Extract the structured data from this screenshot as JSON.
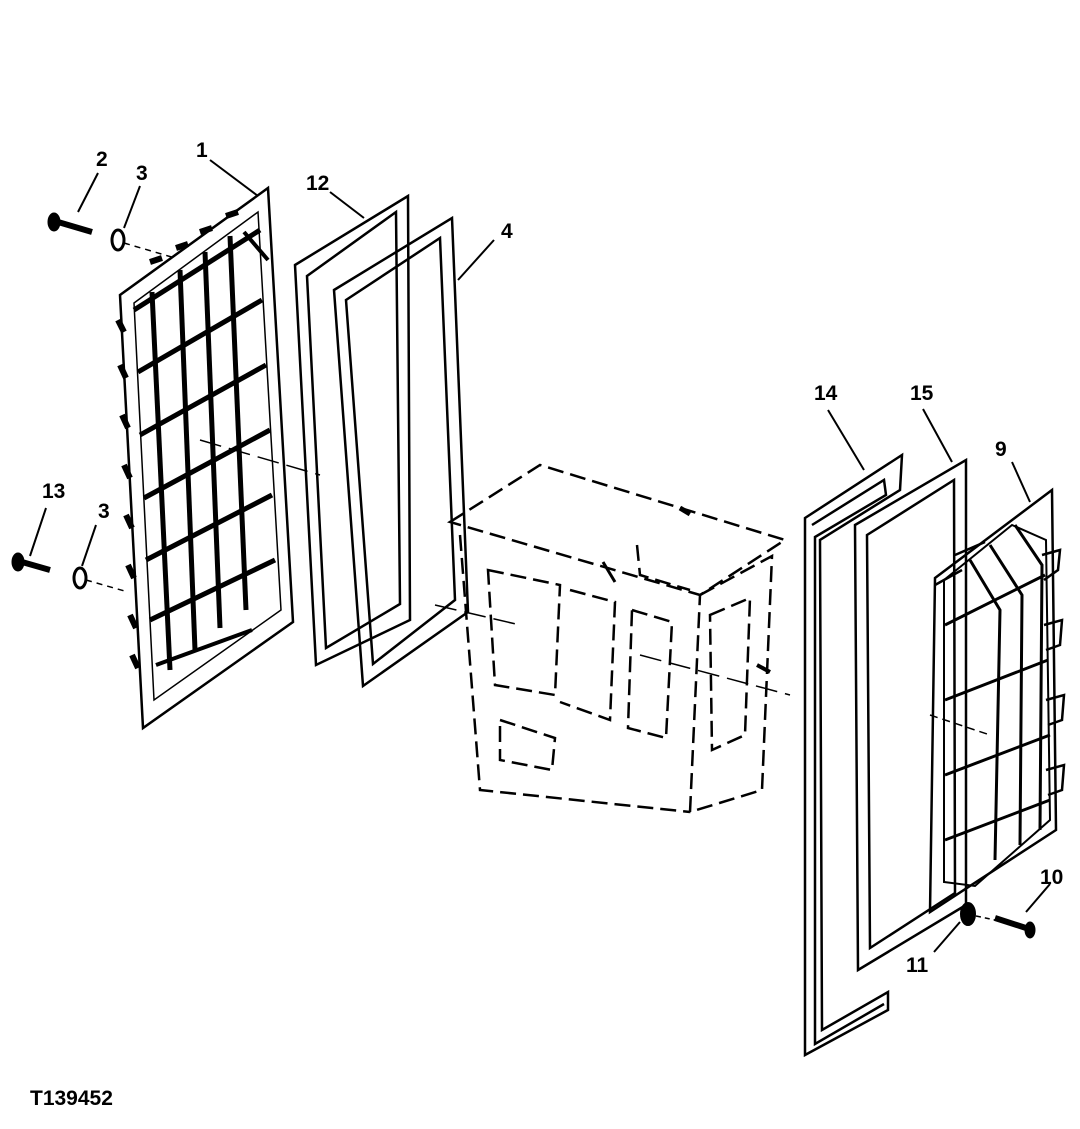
{
  "figure_id": "T139452",
  "callouts": [
    {
      "id": "c1",
      "label": "1"
    },
    {
      "id": "c2",
      "label": "2"
    },
    {
      "id": "c3a",
      "label": "3"
    },
    {
      "id": "c12",
      "label": "12"
    },
    {
      "id": "c4",
      "label": "4"
    },
    {
      "id": "c13",
      "label": "13"
    },
    {
      "id": "c3b",
      "label": "3"
    },
    {
      "id": "c14",
      "label": "14"
    },
    {
      "id": "c15",
      "label": "15"
    },
    {
      "id": "c9",
      "label": "9"
    },
    {
      "id": "c10",
      "label": "10"
    },
    {
      "id": "c11",
      "label": "11"
    }
  ],
  "colors": {
    "ink": "#000000",
    "paper": "#ffffff"
  }
}
